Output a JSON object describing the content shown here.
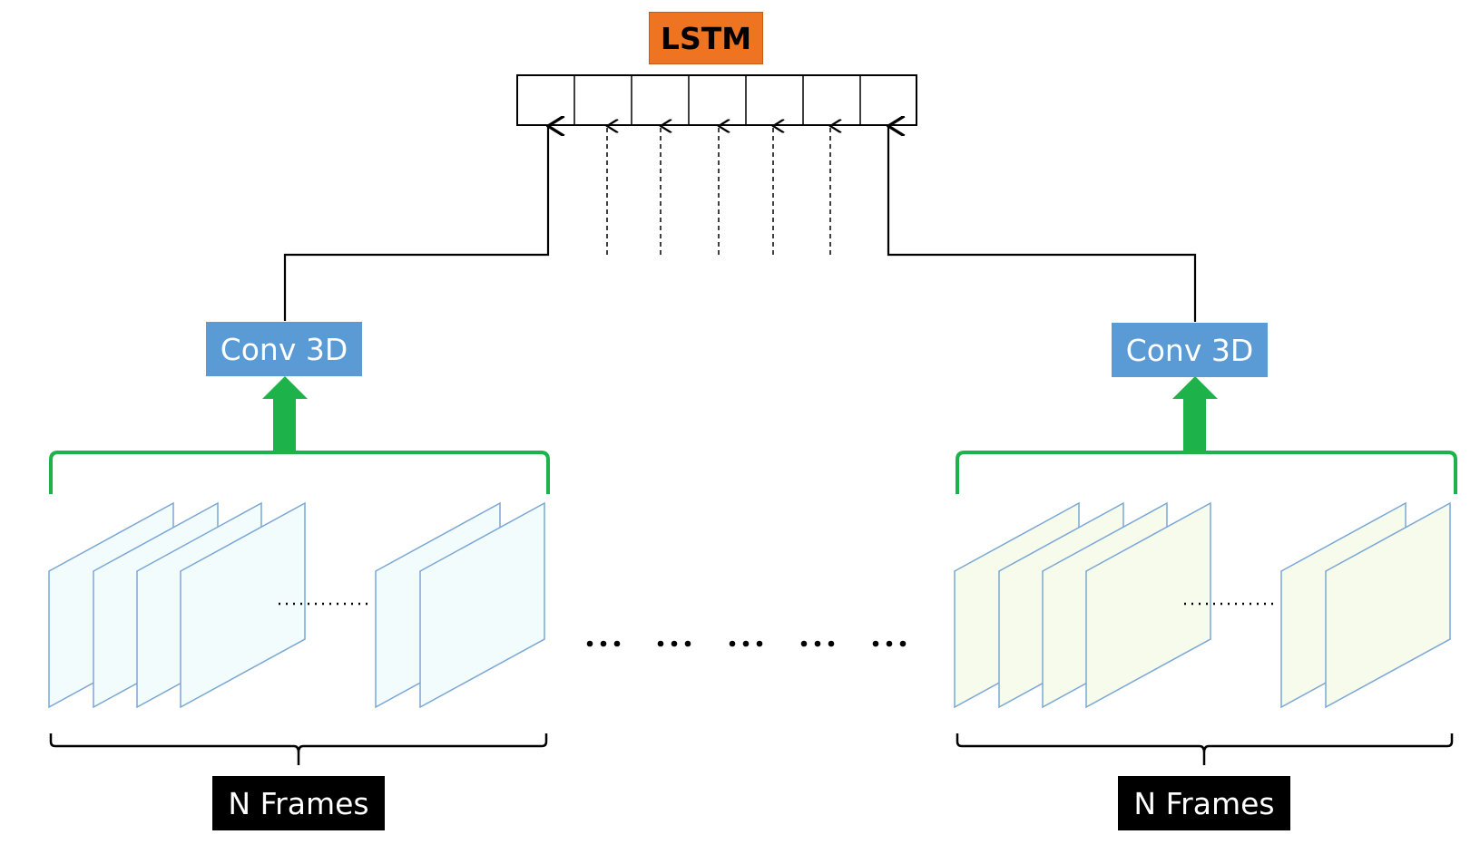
{
  "lstm": {
    "label": "LSTM"
  },
  "groups": [
    {
      "conv_label": "Conv 3D",
      "frames_label": "N Frames",
      "frame_color": "#f3fcfd"
    },
    {
      "conv_label": "Conv 3D",
      "frames_label": "N Frames",
      "frame_color": "#f6fbeb"
    }
  ],
  "colors": {
    "lstm_fill": "#ee7422",
    "conv_fill": "#5b9bd5",
    "bracket_green": "#1db34a",
    "frame_border": "#7aa7d6",
    "frames_label_fill": "#000000"
  }
}
